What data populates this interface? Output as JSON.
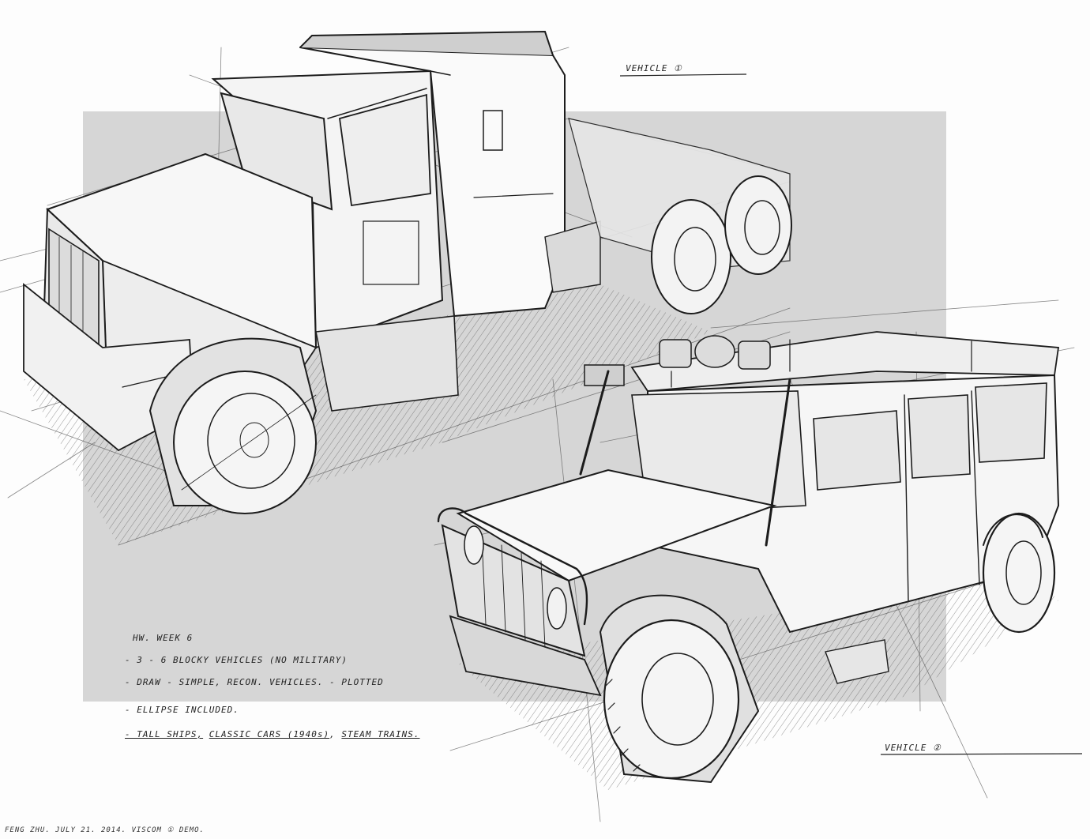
{
  "labels": {
    "vehicle_1": "VEHICLE ①",
    "vehicle_2": "VEHICLE ②"
  },
  "homework": {
    "title": "HW. WEEK 6",
    "line1": "- 3 - 6 BLOCKY VEHICLES (NO MILITARY)",
    "line2": "- DRAW - SIMPLE, RECON. VEHICLES. - PLOTTED",
    "line3": "- ELLIPSE INCLUDED.",
    "line4_a": "- TALL SHIPS,",
    "line4_b": "CLASSIC CARS (1940s)",
    "line4_c": ",",
    "line4_d": "STEAM TRAINS."
  },
  "footer": "FENG ZHU. JULY 21. 2014. VISCOM ① DEMO.",
  "colors": {
    "paper": "#fdfdfd",
    "panel": "#d6d6d6",
    "ink": "#1c1c1c",
    "tone": "#b9b9b9"
  }
}
